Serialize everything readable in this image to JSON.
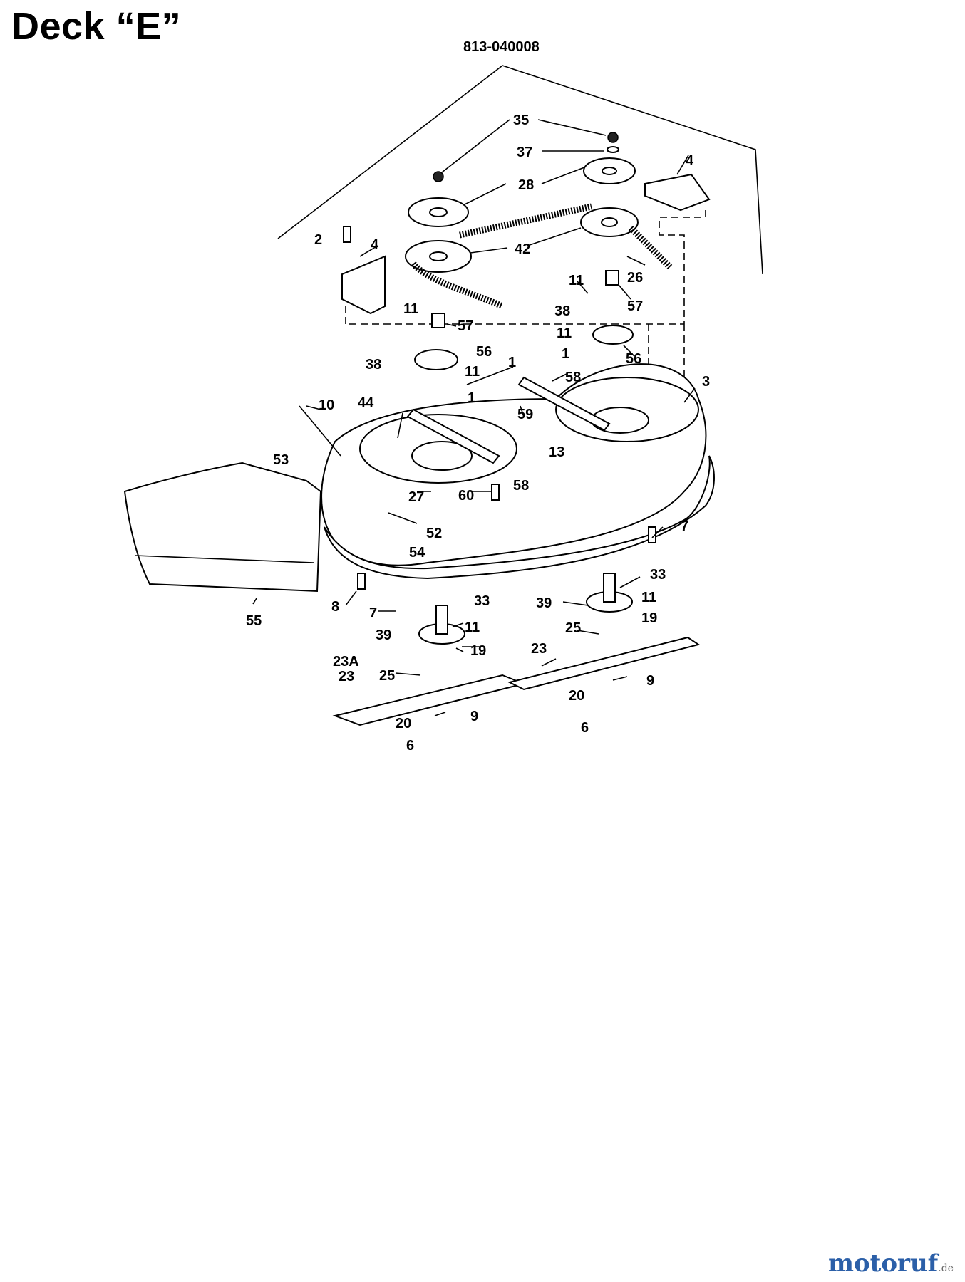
{
  "title": "Deck “E”",
  "part_number": "813-040008",
  "callouts": [
    "35",
    "37",
    "28",
    "4",
    "2",
    "4",
    "42",
    "26",
    "11",
    "57",
    "38",
    "11",
    "57",
    "38",
    "56",
    "11",
    "56",
    "1",
    "11",
    "1",
    "58",
    "1",
    "3",
    "10",
    "44",
    "59",
    "13",
    "53",
    "27",
    "60",
    "58",
    "52",
    "54",
    "7",
    "33",
    "39",
    "11",
    "7",
    "8",
    "55",
    "33",
    "39",
    "11",
    "19",
    "25",
    "23",
    "19",
    "23A",
    "23",
    "25",
    "9",
    "20",
    "20",
    "9",
    "6",
    "6"
  ],
  "watermark": {
    "brand": "motoruf",
    "tld": ".de"
  }
}
